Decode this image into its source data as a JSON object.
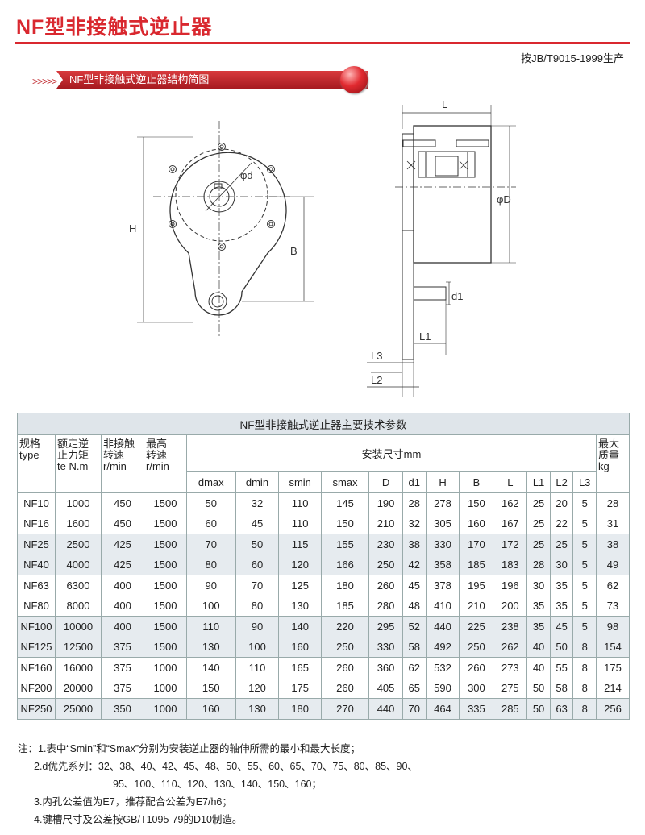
{
  "header": {
    "title": "NF型非接触式逆止器",
    "standard": "按JB/T9015-1999生产"
  },
  "section": {
    "title": "NF型非接触式逆止器结构简图",
    "arrow": ">>>>>"
  },
  "drawing": {
    "labels": {
      "d": "φd",
      "H": "H",
      "B": "B",
      "L": "L",
      "D": "φD",
      "d1": "d1",
      "L1": "L1",
      "L2": "L2",
      "L3": "L3"
    }
  },
  "table": {
    "caption": "NF型非接触式逆止器主要技术参数",
    "headers": {
      "type": [
        "规格",
        "type"
      ],
      "torque": [
        "额定逆",
        "止力矩",
        "te N.m"
      ],
      "noncontact_speed": [
        "非接触",
        "转速",
        "r/min"
      ],
      "max_speed": [
        "最高",
        "转速",
        "r/min"
      ],
      "install": "安装尺寸mm",
      "weight": [
        "最大",
        "质量",
        "kg"
      ],
      "dims": [
        "dmax",
        "dmin",
        "smin",
        "smax",
        "D",
        "d1",
        "H",
        "B",
        "L",
        "L1",
        "L2",
        "L3"
      ]
    },
    "rows": [
      [
        "NF10",
        "1000",
        "450",
        "1500",
        "50",
        "32",
        "110",
        "145",
        "190",
        "28",
        "278",
        "150",
        "162",
        "25",
        "20",
        "5",
        "28"
      ],
      [
        "NF16",
        "1600",
        "450",
        "1500",
        "60",
        "45",
        "110",
        "150",
        "210",
        "32",
        "305",
        "160",
        "167",
        "25",
        "22",
        "5",
        "31"
      ],
      [
        "NF25",
        "2500",
        "425",
        "1500",
        "70",
        "50",
        "115",
        "155",
        "230",
        "38",
        "330",
        "170",
        "172",
        "25",
        "25",
        "5",
        "38"
      ],
      [
        "NF40",
        "4000",
        "425",
        "1500",
        "80",
        "60",
        "120",
        "166",
        "250",
        "42",
        "358",
        "185",
        "183",
        "28",
        "30",
        "5",
        "49"
      ],
      [
        "NF63",
        "6300",
        "400",
        "1500",
        "90",
        "70",
        "125",
        "180",
        "260",
        "45",
        "378",
        "195",
        "196",
        "30",
        "35",
        "5",
        "62"
      ],
      [
        "NF80",
        "8000",
        "400",
        "1500",
        "100",
        "80",
        "130",
        "185",
        "280",
        "48",
        "410",
        "210",
        "200",
        "35",
        "35",
        "5",
        "73"
      ],
      [
        "NF100",
        "10000",
        "400",
        "1500",
        "110",
        "90",
        "140",
        "220",
        "295",
        "52",
        "440",
        "225",
        "238",
        "35",
        "45",
        "5",
        "98"
      ],
      [
        "NF125",
        "12500",
        "375",
        "1500",
        "130",
        "100",
        "160",
        "250",
        "330",
        "58",
        "492",
        "250",
        "262",
        "40",
        "50",
        "8",
        "154"
      ],
      [
        "NF160",
        "16000",
        "375",
        "1000",
        "140",
        "110",
        "165",
        "260",
        "360",
        "62",
        "532",
        "260",
        "273",
        "40",
        "55",
        "8",
        "175"
      ],
      [
        "NF200",
        "20000",
        "375",
        "1000",
        "150",
        "120",
        "175",
        "260",
        "405",
        "65",
        "590",
        "300",
        "275",
        "50",
        "58",
        "8",
        "214"
      ],
      [
        "NF250",
        "25000",
        "350",
        "1000",
        "160",
        "130",
        "180",
        "270",
        "440",
        "70",
        "464",
        "335",
        "285",
        "50",
        "63",
        "8",
        "256"
      ]
    ]
  },
  "notes": [
    "注：1.表中“Smin”和“Smax”分别为安装逆止器的轴伸所需的最小和最大长度；",
    "2.d优先系列：32、38、40、42、45、48、50、55、60、65、70、75、80、85、90、",
    "95、100、110、120、130、140、150、160；",
    "3.内孔公差值为E7，推荐配合公差为E7/h6；",
    "4.键槽尺寸及公差按GB/T1095-79的D10制造。"
  ]
}
